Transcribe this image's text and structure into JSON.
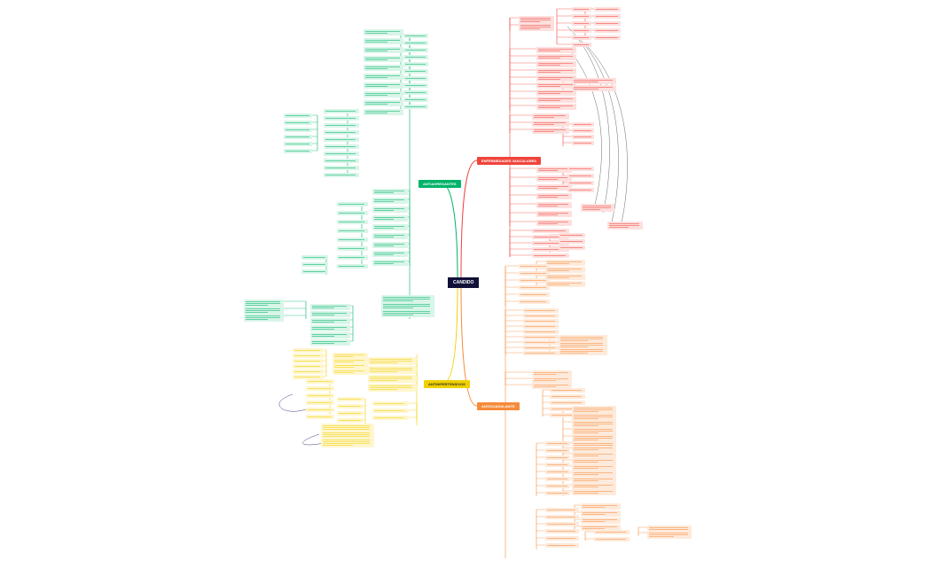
{
  "center": {
    "label": "CANDIDO"
  },
  "branches": [
    {
      "label": "ANTIAGREGANTES",
      "color": "#00b26a",
      "fill": "#d8f5e8",
      "side": "left"
    },
    {
      "label": "ANTIHIPERTENSIVOS",
      "color": "#f0d000",
      "fill": "#fff6cf",
      "side": "left"
    },
    {
      "label": "ENFERMEDADES VASCULARES",
      "color": "#f0443c",
      "fill": "#fde0de",
      "side": "right"
    },
    {
      "label": "ANTICOAGULANTE",
      "color": "#f58b3b",
      "fill": "#feeadb",
      "side": "right"
    }
  ]
}
